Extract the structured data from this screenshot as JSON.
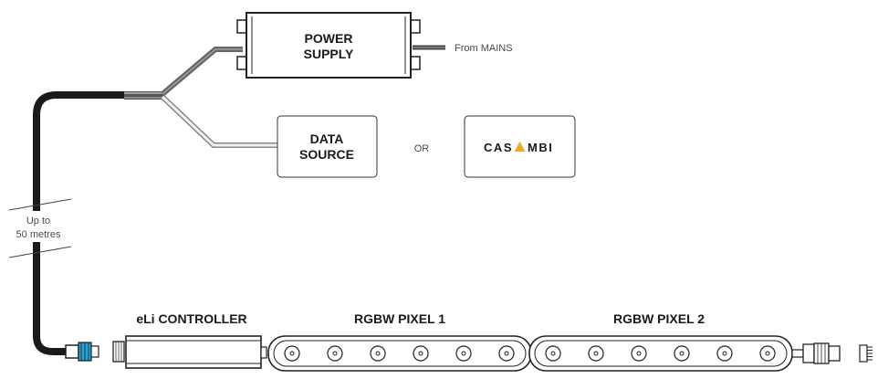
{
  "power_supply": {
    "line1": "POWER",
    "line2": "SUPPLY"
  },
  "mains_label": "From MAINS",
  "data_source": {
    "line1": "DATA",
    "line2": "SOURCE"
  },
  "or_label": "OR",
  "casambi": {
    "before": "CAS",
    "after": "MBI",
    "accent_color": "#f5a623"
  },
  "cable_length": {
    "line1": "Up to",
    "line2": "50 metres"
  },
  "controller_label": "eLi CONTROLLER",
  "pixel1_label": "RGBW PIXEL 1",
  "pixel2_label": "RGBW PIXEL 2",
  "connector_color": "#2aa3d8"
}
